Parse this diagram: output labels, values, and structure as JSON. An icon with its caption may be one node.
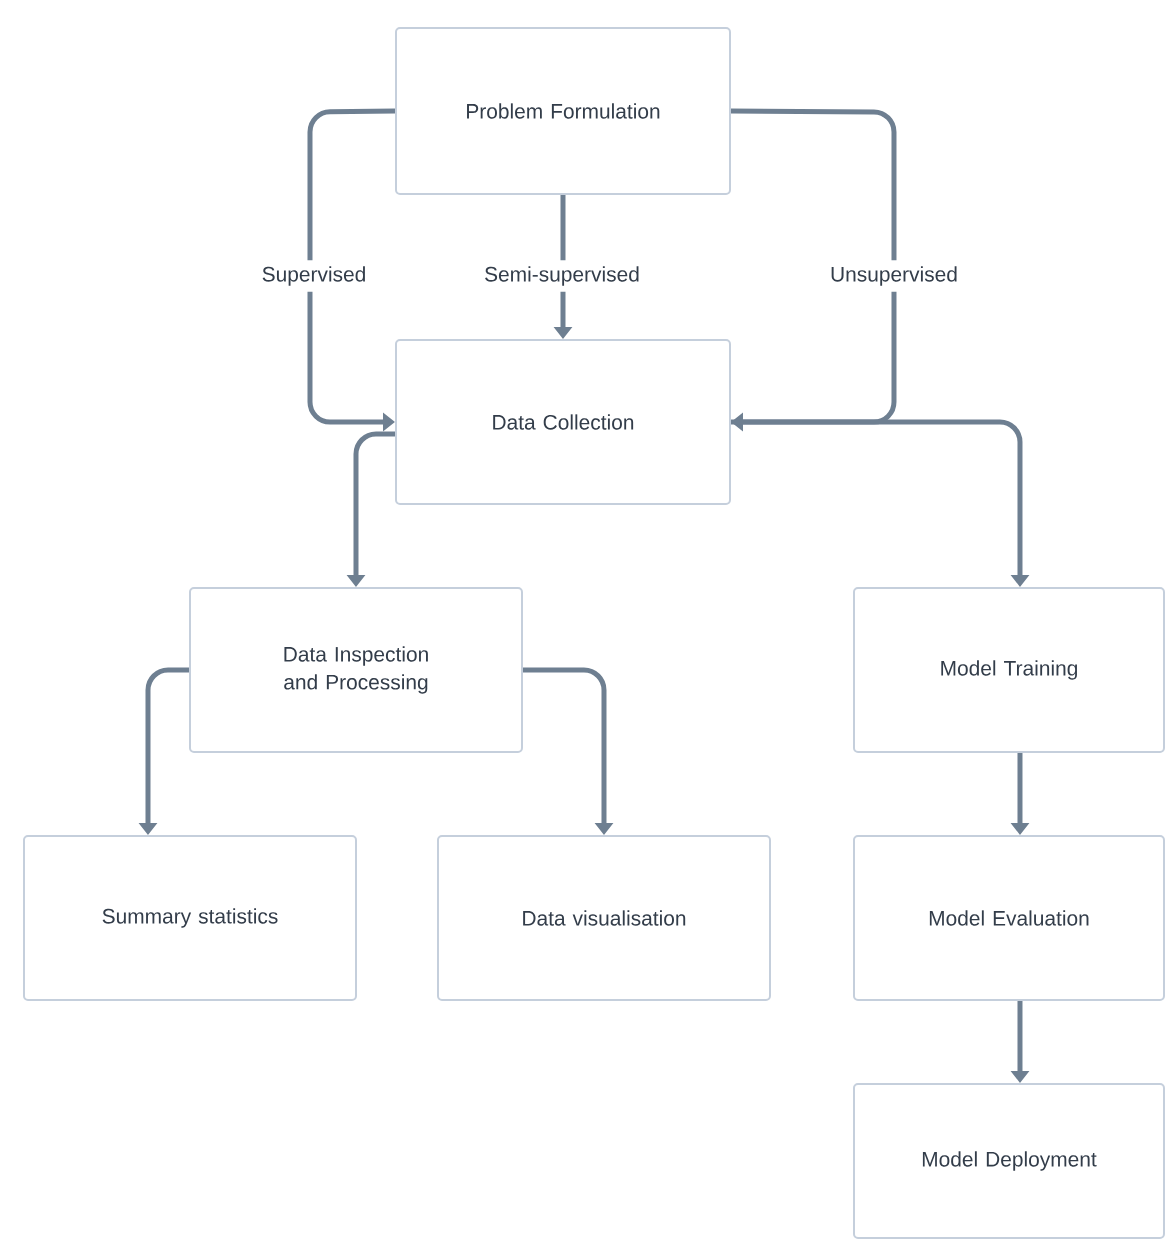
{
  "diagram": {
    "nodes": [
      {
        "text": [
          "Problem Formulation"
        ]
      },
      {
        "text": [
          "Data Collection"
        ]
      },
      {
        "text": [
          "Data Inspection and Processing"
        ]
      },
      {
        "text": [
          "Model Training"
        ]
      },
      {
        "text": [
          "Summary statistics"
        ]
      },
      {
        "text": [
          "Data visualisation"
        ]
      },
      {
        "text": [
          "Model Evaluation"
        ]
      },
      {
        "text": [
          "Model Deployment"
        ]
      }
    ],
    "edges": [
      {
        "from": 0,
        "to": 1,
        "arrow": "to",
        "label": "Supervised"
      },
      {
        "from": 0,
        "to": 1,
        "arrow": "to",
        "label": "Semi-supervised"
      },
      {
        "from": 0,
        "to": 1,
        "arrow": "to",
        "label": "Unsupervised"
      },
      {
        "from": 1,
        "to": 2,
        "arrow": "to"
      },
      {
        "from": 1,
        "to": 3,
        "arrow": "to"
      },
      {
        "from": 2,
        "to": 4,
        "arrow": "to"
      },
      {
        "from": 2,
        "to": 5,
        "arrow": "to"
      },
      {
        "from": 3,
        "to": 6,
        "arrow": "to"
      },
      {
        "from": 6,
        "to": 7,
        "arrow": "to"
      }
    ]
  }
}
